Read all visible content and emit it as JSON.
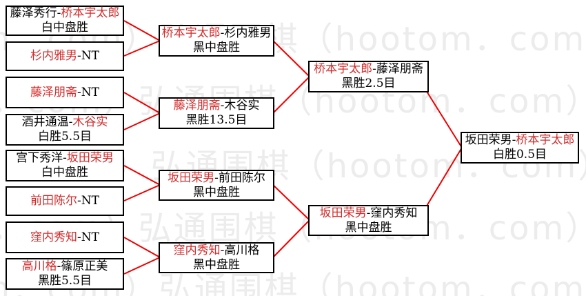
{
  "watermark": {
    "text": "弘通围棋（hootom．com）弘通围棋（hootom．com）弘通围棋（hootom．com）",
    "color": "#ececec"
  },
  "colors": {
    "connector_line": "#ee0000",
    "winner_text": "#d42b2b",
    "box_border": "#000000",
    "background": "#ffffff"
  },
  "bracket": {
    "round1": [
      {
        "black_pre": "藤泽秀行-",
        "winner": "桥本宇太郎",
        "black_post": "",
        "result": "白中盘胜"
      },
      {
        "black_pre": "",
        "winner": "杉内雅男",
        "black_post": "-NT",
        "result": ""
      },
      {
        "black_pre": "",
        "winner": "藤泽朋斋",
        "black_post": "-NT",
        "result": ""
      },
      {
        "black_pre": "酒井通温-",
        "winner": "木谷实",
        "black_post": "",
        "result": "白胜5.5目"
      },
      {
        "black_pre": "宫下秀洋-",
        "winner": "坂田荣男",
        "black_post": "",
        "result": "白中盘胜"
      },
      {
        "black_pre": "",
        "winner": "前田陈尔",
        "black_post": "-NT",
        "result": ""
      },
      {
        "black_pre": "",
        "winner": "窪内秀知",
        "black_post": "-NT",
        "result": ""
      },
      {
        "black_pre": "",
        "winner": "高川格",
        "black_post": "-篠原正美",
        "result": "黑胜5.5目"
      }
    ],
    "round2": [
      {
        "black_pre": "",
        "winner": "桥本宇太郎",
        "black_post": "-杉内雅男",
        "result": "黑中盘胜"
      },
      {
        "black_pre": "",
        "winner": "藤泽朋斋",
        "black_post": "-木谷实",
        "result": "黑胜13.5目"
      },
      {
        "black_pre": "",
        "winner": "坂田荣男",
        "black_post": "-前田陈尔",
        "result": "黑中盘胜"
      },
      {
        "black_pre": "",
        "winner": "窪内秀知",
        "black_post": "-高川格",
        "result": "黑中盘胜"
      }
    ],
    "semifinals": [
      {
        "black_pre": "",
        "winner": "桥本宇太郎",
        "black_post": "-藤泽朋斋",
        "result": "黑胜2.5目"
      },
      {
        "black_pre": "",
        "winner": "坂田荣男",
        "black_post": "-窪内秀知",
        "result": "黑中盘胜"
      }
    ],
    "final": [
      {
        "black_pre": "坂田荣男-",
        "winner": "桥本宇太郎",
        "black_post": "",
        "result": "白胜0.5目"
      }
    ]
  }
}
